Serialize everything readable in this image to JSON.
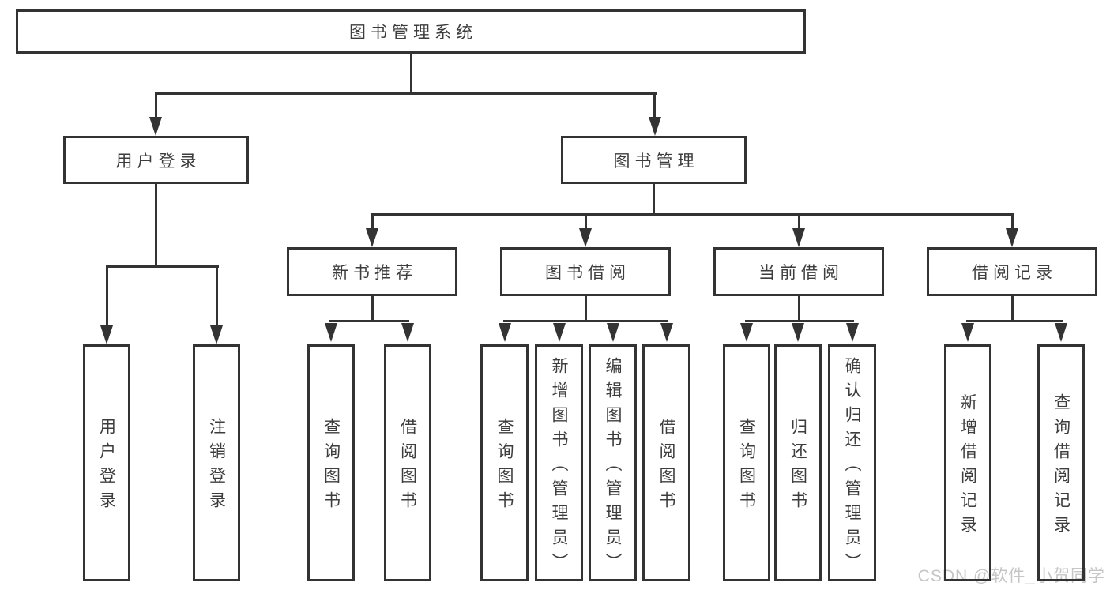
{
  "colors": {
    "line": "#333333",
    "text": "#3d3d3d",
    "box_fill": "#ffffff",
    "background": "#ffffff",
    "watermark": "#c6c6c6"
  },
  "tree": {
    "root": "图书管理系统",
    "branches": [
      {
        "label": "用户登录",
        "children": [
          "用户登录",
          "注销登录"
        ]
      },
      {
        "label": "图书管理",
        "groups": [
          {
            "label": "新书推荐",
            "children": [
              "查询图书",
              "借阅图书"
            ]
          },
          {
            "label": "图书借阅",
            "children": [
              "查询图书",
              "新增图书（管理员）",
              "编辑图书（管理员）",
              "借阅图书"
            ]
          },
          {
            "label": "当前借阅",
            "children": [
              "查询图书",
              "归还图书",
              "确认归还（管理员）"
            ]
          },
          {
            "label": "借阅记录",
            "children": [
              "新增借阅记录",
              "查询借阅记录"
            ]
          }
        ]
      }
    ]
  },
  "watermark": {
    "text": "CSDN @软件_小贺同学"
  }
}
